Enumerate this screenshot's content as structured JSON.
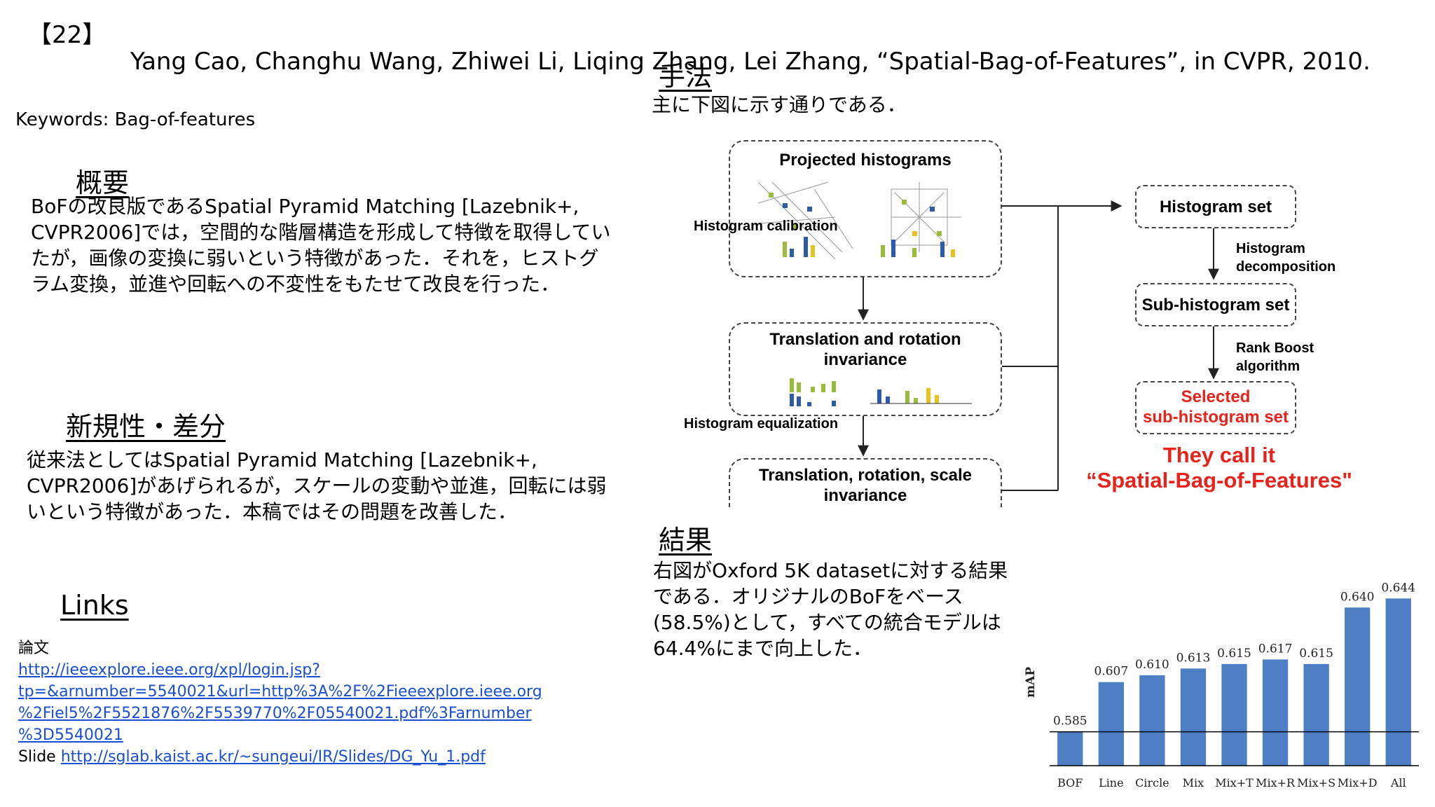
{
  "slide": {
    "number": "【22】",
    "citation": "Yang Cao, Changhu Wang, Zhiwei Li, Liqing Zhang, Lei Zhang, “Spatial-Bag-of-Features”, in CVPR, 2010.",
    "keywords": "Keywords: Bag-of-features"
  },
  "overview": {
    "heading": "概要",
    "text": "BoFの改良版であるSpatial Pyramid Matching [Lazebnik+, CVPR2006]では，空間的な階層構造を形成して特徴を取得していたが，画像の変換に弱いという特徴があった．それを，ヒストグラム変換，並進や回転への不変性をもたせて改良を行った．"
  },
  "novelty": {
    "heading": "新規性・差分",
    "text": "従来法としてはSpatial Pyramid Matching [Lazebnik+, CVPR2006]があげられるが，スケールの変動や並進，回転には弱いという特徴があった．本稿ではその問題を改善した．"
  },
  "links": {
    "heading": "Links",
    "paper_label": "論文",
    "paper_url_lines": [
      "http://ieeexplore.ieee.org/xpl/login.jsp?",
      "tp=&arnumber=5540021&url=http%3A%2F%2Fieeexplore.ieee.org",
      "%2Fiel5%2F5521876%2F5539770%2F05540021.pdf%3Farnumber",
      "%3D5540021"
    ],
    "slide_label": "Slide",
    "slide_url": "http://sglab.kaist.ac.kr/~sungeui/IR/Slides/DG_Yu_1.pdf"
  },
  "method": {
    "heading": "手法",
    "text": "主に下図に示す通りである．",
    "diagram": {
      "box_projected": "Projected histograms",
      "label_calibration": "Histogram calibration",
      "box_translation": "Translation and rotation invariance",
      "label_equalization": "Histogram equalization",
      "box_scale": "Translation, rotation, scale invariance",
      "box_histogram_set": "Histogram set",
      "label_decomposition": "Histogram decomposition",
      "box_sub_histogram": "Sub-histogram set",
      "label_rankboost": "Rank Boost algorithm",
      "box_selected_line1": "Selected",
      "box_selected_line2": "sub-histogram set",
      "tagline_line1": "They call it",
      "tagline_line2": "“Spatial-Bag-of-Features\"",
      "accent_color": "#e8231b"
    }
  },
  "result": {
    "heading": "結果",
    "text": "右図がOxford 5K datasetに対する結果である．オリジナルのBoFをベース(58.5%)として，すべての統合モデルは64.4%にまで向上した．"
  },
  "chart_data": {
    "type": "bar",
    "categories": [
      "BOF",
      "Line",
      "Circle",
      "Mix",
      "Mix+T",
      "Mix+R",
      "Mix+S",
      "Mix+D",
      "All"
    ],
    "values": [
      0.585,
      0.607,
      0.61,
      0.613,
      0.615,
      0.617,
      0.615,
      0.64,
      0.644
    ],
    "value_labels": [
      "0.585",
      "0.607",
      "0.610",
      "0.613",
      "0.615",
      "0.617",
      "0.615",
      "0.640",
      "0.644"
    ],
    "ylabel": "mAP",
    "ylim": [
      0.57,
      0.65
    ],
    "baseline": 0.585,
    "bar_color": "#4e7fc4",
    "grid": false
  }
}
